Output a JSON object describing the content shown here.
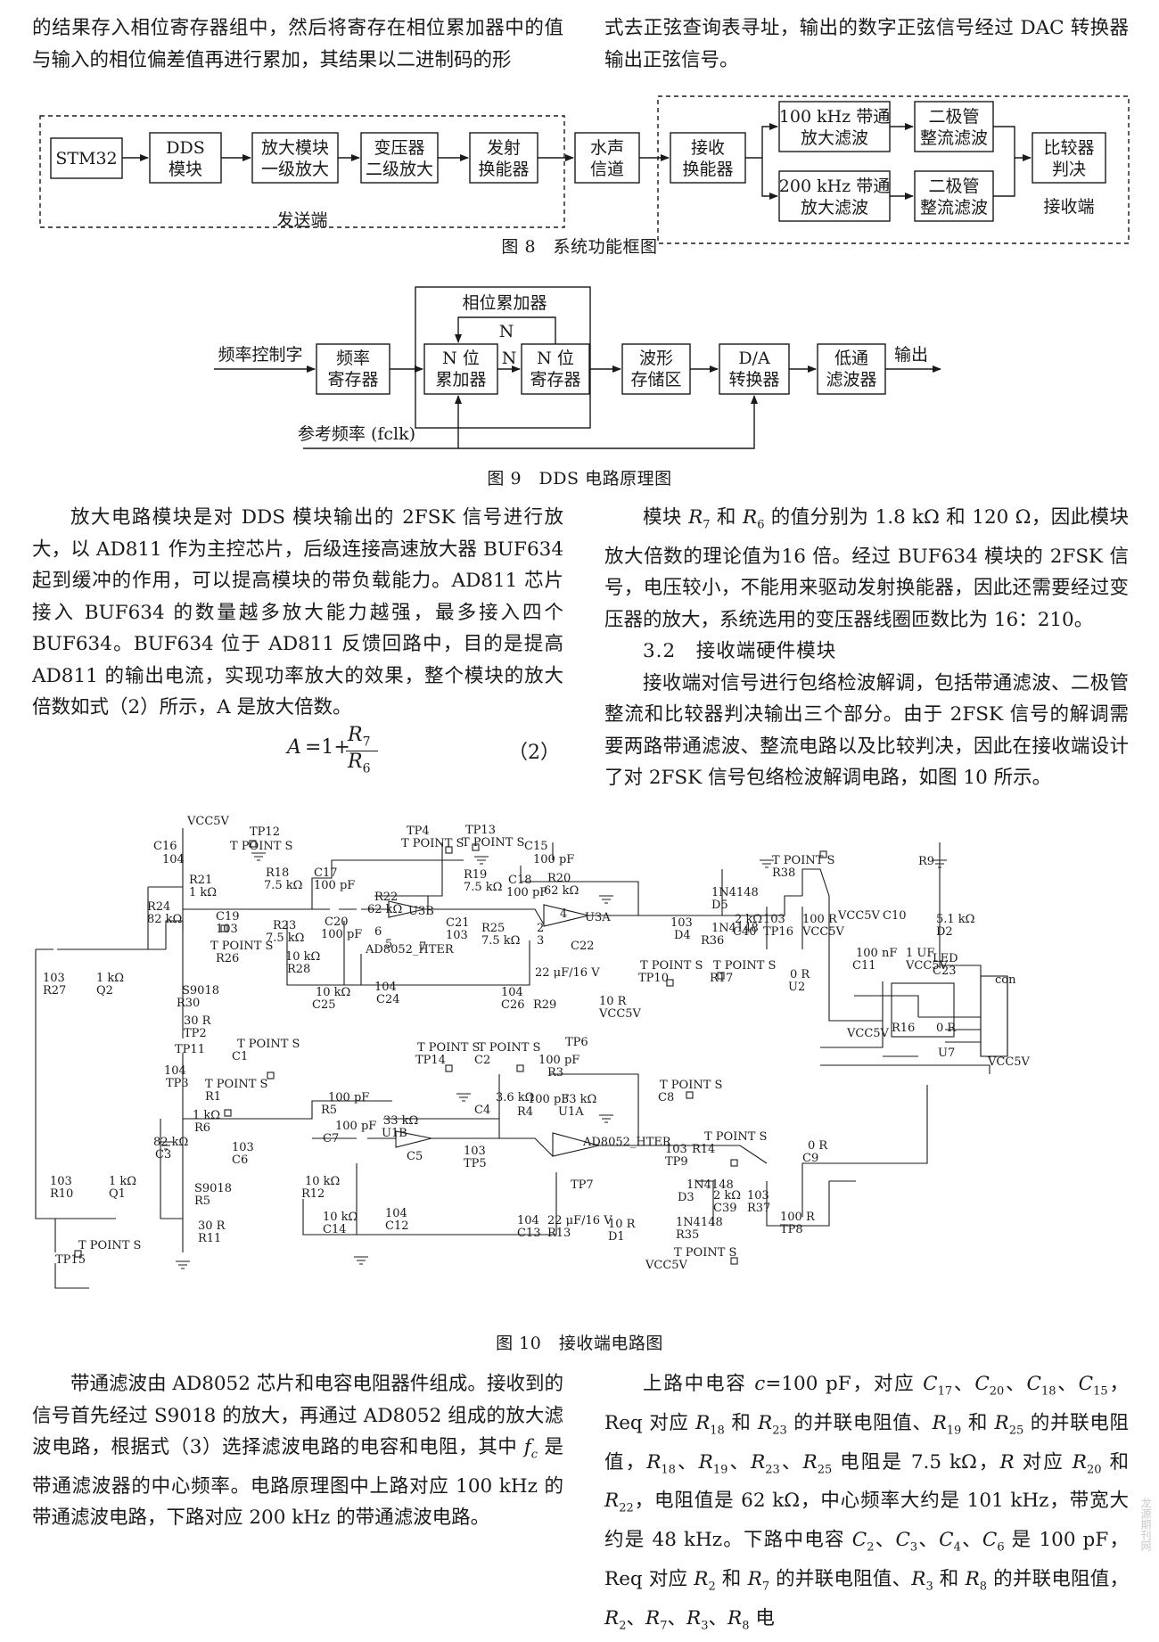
{
  "top_text": {
    "left": "的结果存入相位寄存器组中，然后将寄存在相位累加器中的值与输入的相位偏差值再进行累加，其结果以二进制码的形",
    "right": "式去正弦查询表寻址，输出的数字正弦信号经过 DAC 转换器输出正弦信号。"
  },
  "fig8": {
    "caption": "图 8　系统功能框图",
    "blocks": {
      "stm32": "STM32",
      "dds": [
        "DDS",
        "模块"
      ],
      "amp": [
        "放大模块",
        "一级放大"
      ],
      "xfmr": [
        "变压器",
        "二级放大"
      ],
      "tx": [
        "发射",
        "换能器"
      ],
      "channel": [
        "水声",
        "信道"
      ],
      "rx": [
        "接收",
        "换能器"
      ],
      "bp100": [
        "100 kHz 带通",
        "放大滤波"
      ],
      "bp200": [
        "200 kHz 带通",
        "放大滤波"
      ],
      "rect1": [
        "二极管",
        "整流滤波"
      ],
      "rect2": [
        "二极管",
        "整流滤波"
      ],
      "cmp": [
        "比较器",
        "判决"
      ]
    },
    "send_label": "发送端",
    "recv_label": "接收端"
  },
  "fig9": {
    "caption": "图 9　DDS 电路原理图",
    "freq_word": "频率控制字",
    "freq_reg": [
      "频率",
      "寄存器"
    ],
    "phase_acc_label": "相位累加器",
    "n_top": "N",
    "n_mid": "N",
    "adder": [
      "N 位",
      "累加器"
    ],
    "reg": [
      "N 位",
      "寄存器"
    ],
    "wave": [
      "波形",
      "存储区"
    ],
    "da": [
      "D/A",
      "转换器"
    ],
    "lpf": [
      "低通",
      "滤波器"
    ],
    "output": "输出",
    "ref": "参考频率 (fclk)"
  },
  "para_left_1": "放大电路模块是对 DDS 模块输出的 2FSK 信号进行放大，以 AD811 作为主控芯片，后级连接高速放大器 BUF634 起到缓冲的作用，可以提高模块的带负载能力。AD811 芯片接入 BUF634 的数量越多放大能力越强，最多接入四个 BUF634。BUF634 位于 AD811 反馈回路中，目的是提高 AD811 的输出电流，实现功率放大的效果，整个模块的放大倍数如式（2）所示，A 是放大倍数。",
  "formula": {
    "lhs": "A",
    "eq": "=1+",
    "num": "R",
    "num_sub": "7",
    "den": "R",
    "den_sub": "6",
    "number": "（2）"
  },
  "para_right_1": {
    "a": "模块 ",
    "r7": "R",
    "r7s": "7",
    "b": " 和 ",
    "r6": "R",
    "r6s": "6",
    "c": " 的值分别为 1.8 kΩ 和 120 Ω，因此模块放大倍数的理论值为16 倍。经过 BUF634 模块的 2FSK 信号，电压较小，不能用来驱动发射换能器，因此还需要经过变压器的放大，系统选用的变压器线圈匝数比为 16：210。"
  },
  "section_title": "3.2　接收端硬件模块",
  "para_right_2": "接收端对信号进行包络检波解调，包括带通滤波、二极管整流和比较器判决输出三个部分。由于 2FSK 信号的解调需要两路带通滤波、整流电路以及比较判决，因此在接收端设计了对 2FSK 信号包络检波解调电路，如图 10 所示。",
  "fig10": {
    "caption": "图 10　接收端电路图",
    "labels": [
      "VCC5V",
      "C16",
      "104",
      "R21",
      "1 kΩ",
      "R24",
      "82 kΩ",
      "TP12",
      "T POINT S",
      "R18",
      "7.5 kΩ",
      "C17",
      "100 pF",
      "R22",
      "62 kΩ",
      "U3B",
      "C19",
      "103",
      "R23",
      "7.5 kΩ",
      "C20",
      "100 pF",
      "6",
      "5",
      "7",
      "AD8052_HTER",
      "C21",
      "103",
      "TP4",
      "T POINT S",
      "TP13",
      "T POINT S",
      "C15",
      "100 pF",
      "R19",
      "7.5 kΩ",
      "C18",
      "100 pF",
      "R20",
      "62 kΩ",
      "U3A",
      "R25",
      "7.5 kΩ",
      "2",
      "3",
      "4",
      "C22",
      "103",
      "D4",
      "1N4148",
      "D5",
      "1N4148",
      "R36",
      "2 kΩ",
      "C40",
      "103",
      "TP16",
      "T POINT S",
      "R38",
      "100 R",
      "VCC5V",
      "VCC5V",
      "C10",
      "100 nF",
      "C11",
      "1 UF",
      "VCC5V",
      "R9",
      "5.1 kΩ",
      "D2",
      "LED",
      "C23",
      "103",
      "R27",
      "1 kΩ",
      "Q2",
      "S9018",
      "R30",
      "30 R",
      "TP2",
      "T POINT S",
      "R26",
      "10 kΩ",
      "R28",
      "10 kΩ",
      "C25",
      "104",
      "C24",
      "104",
      "C26",
      "22 μF/16 V",
      "R29",
      "10 R",
      "VCC5V",
      "TP6",
      "T POINT S",
      "TP10",
      "T POINT S",
      "R17",
      "0 R",
      "U2",
      "VCC5V",
      "R16",
      "0 R",
      "U7",
      "con",
      "VCC5V",
      "TP11",
      "T POINT S",
      "C1",
      "104",
      "TP3",
      "T POINT S",
      "R1",
      "1 kΩ",
      "R6",
      "82 kΩ",
      "C3",
      "100 pF",
      "R5",
      "33 kΩ",
      "U1B",
      "C5",
      "103",
      "C6",
      "100 pF",
      "C7",
      "103",
      "TP5",
      "T POINT S",
      "TP14",
      "T POINT S",
      "C2",
      "100 pF",
      "R3",
      "3.6 kΩ",
      "C4",
      "100 pF",
      "R4",
      "33 kΩ",
      "U1A",
      "AD8052_HTER",
      "TP7",
      "T POINT S",
      "C8",
      "103",
      "TP9",
      "T POINT S",
      "R14",
      "0 R",
      "C9",
      "103",
      "R10",
      "1 kΩ",
      "Q1",
      "S9018",
      "R5",
      "30 R",
      "R11",
      "10 kΩ",
      "R12",
      "10 kΩ",
      "C14",
      "104",
      "C12",
      "104",
      "C13",
      "22 μF/16 V",
      "R13",
      "10 R",
      "D1",
      "1N4148",
      "D3",
      "1N4148",
      "R35",
      "2 kΩ",
      "C39",
      "103",
      "R37",
      "100 R",
      "TP8",
      "T POINT S",
      "TP15",
      "T POINT S",
      "VCC5V"
    ]
  },
  "para_left_2": {
    "a": "带通滤波由 AD8052 芯片和电容电阻器件组成。接收到的信号首先经过 S9018 的放大，再通过 AD8052 组成的放大滤波电路，根据式（3）选择滤波电路的电容和电阻，其中 ",
    "fc": "f",
    "fcs": "c",
    "b": " 是带通滤波器的中心频率。电路原理图中上路对应 100 kHz 的带通滤波电路，下路对应 200 kHz 的带通滤波电路。"
  },
  "para_right_3": {
    "l1a": "上路中电容 ",
    "c": "c",
    "l1b": "=100 pF，对应 ",
    "s1": "C",
    "s1s": "17",
    "sep1": "、",
    "s2": "C",
    "s2s": "20",
    "sep2": "、",
    "s3": "C",
    "s3s": "18",
    "sep3": "、",
    "s4": "C",
    "s4s": "15",
    "l1c": "，Req 对应 ",
    "r18": "R",
    "r18s": "18",
    "and1": " 和 ",
    "r23": "R",
    "r23s": "23",
    "l2a": " 的并联电阻值、",
    "r19": "R",
    "r19s": "19",
    "and2": " 和 ",
    "r25": "R",
    "r25s": "25",
    "l2b": " 的并联电阻值，",
    "q1": "R",
    "q1s": "18",
    "q2": "R",
    "q2s": "19",
    "q3": "R",
    "q3s": "23",
    "q4": "R",
    "q4s": "25",
    "l3a": " 电阻是 7.5 kΩ，",
    "rr": "R",
    "l3b": " 对应 ",
    "r20": "R",
    "r20s": "20",
    "and3": " 和 ",
    "r22": "R",
    "r22s": "22",
    "l3c": "，电阻值是 62 kΩ，中心频率大约是 101 kHz，带宽大约是 48 kHz。下路中电容 ",
    "k2": "C",
    "k2s": "2",
    "k3": "C",
    "k3s": "3",
    "k4": "C",
    "k4s": "4",
    "k6": "C",
    "k6s": "6",
    "l4a": " 是 100 pF，Req 对应 ",
    "p2": "R",
    "p2s": "2",
    "and4": " 和 ",
    "p7": "R",
    "p7s": "7",
    "l5a": " 的并联电阻值、",
    "p3": "R",
    "p3s": "3",
    "and5": " 和 ",
    "p8": "R",
    "p8s": "8",
    "l5b": " 的并联电阻值，",
    "t2": "R",
    "t2s": "2",
    "t7": "R",
    "t7s": "7",
    "t3": "R",
    "t3s": "3",
    "t8": "R",
    "t8s": "8",
    "l5c": " 电"
  },
  "watermark": "龙源期刊网"
}
